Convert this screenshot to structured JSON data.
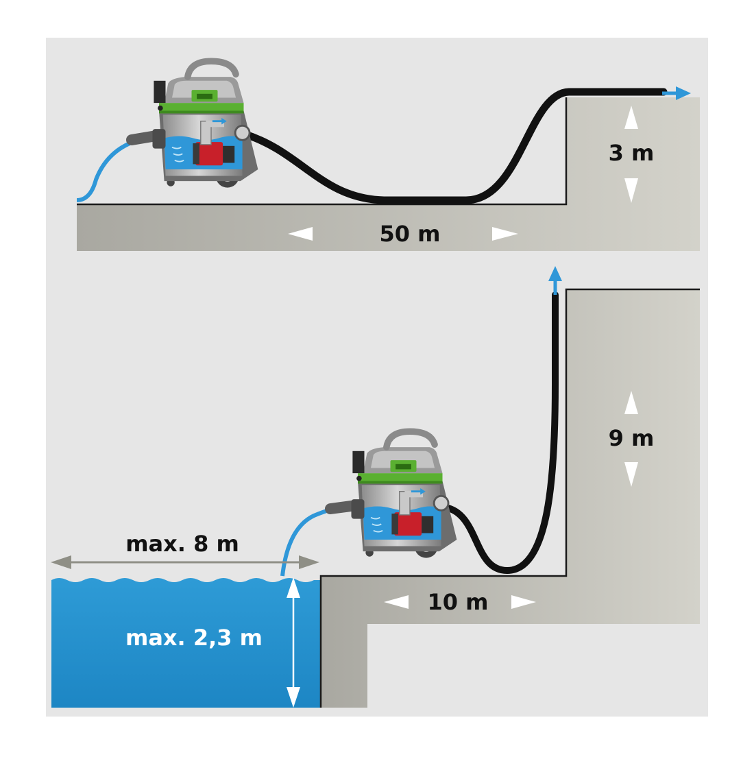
{
  "colors": {
    "panel_background": "#e6e6e6",
    "ground": "#bab9b2",
    "ground_light": "#cfcec6",
    "water": "#1f8ac9",
    "water_light": "#2e9bd6",
    "hose_suction": "#2f97d8",
    "hose_discharge": "#111111",
    "pump_green": "#5ab031",
    "pump_body": "#b9b9b9",
    "pump_red": "#c8202a",
    "text_dark": "#111111",
    "text_light": "#ffffff",
    "arrow_light": "#ffffff",
    "arrow_blue": "#2f97d8"
  },
  "icons": {
    "pump": "submersible-pump-unit-icon",
    "outflow_arrow": "arrow-right-icon",
    "outflow_arrow_up": "arrow-up-icon"
  },
  "scenario_horizontal": {
    "length_label": "50 m",
    "height_label": "3 m"
  },
  "scenario_suction": {
    "suction_width_label": "max. 8 m",
    "suction_depth_label": "max. 2,3 m",
    "length_label": "10 m",
    "height_label": "9 m"
  }
}
